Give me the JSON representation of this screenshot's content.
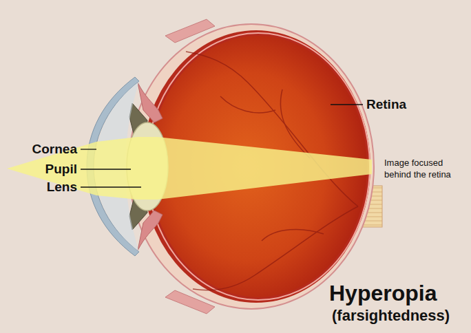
{
  "diagram": {
    "title": "Hyperopia",
    "caption": "(farsightedness)",
    "labels": [
      "Cornea",
      "Pupil",
      "Lens",
      "Retina",
      "Image focused behind the retina"
    ]
  }
}
